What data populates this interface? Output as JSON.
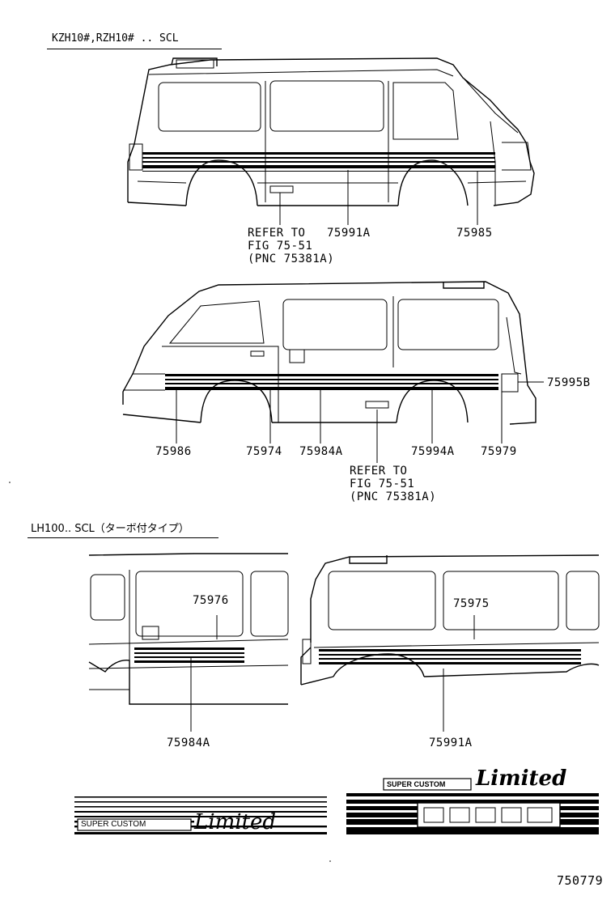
{
  "section1": {
    "header": "KZH10#,RZH10# .. SCL",
    "parts": {
      "p75991A": "75991A",
      "p75985": "75985",
      "refer_1": "REFER TO",
      "refer_2": "FIG 75-51",
      "refer_3": "(PNC 75381A)"
    }
  },
  "section2": {
    "parts": {
      "p75995B": "75995B",
      "p75986": "75986",
      "p75974": "75974",
      "p75984A": "75984A",
      "p75994A": "75994A",
      "p75979": "75979",
      "refer_1": "REFER TO",
      "refer_2": "FIG 75-51",
      "refer_3": "(PNC 75381A)"
    }
  },
  "section3": {
    "header": "LH100.. SCL（ターボ付タイプ）",
    "parts": {
      "p75976": "75976",
      "p75975": "75975",
      "p75984A": "75984A",
      "p75991A": "75991A"
    }
  },
  "emblems": {
    "super_custom": "SUPER CUSTOM",
    "limited": "Limited"
  },
  "figure_number": "750779"
}
